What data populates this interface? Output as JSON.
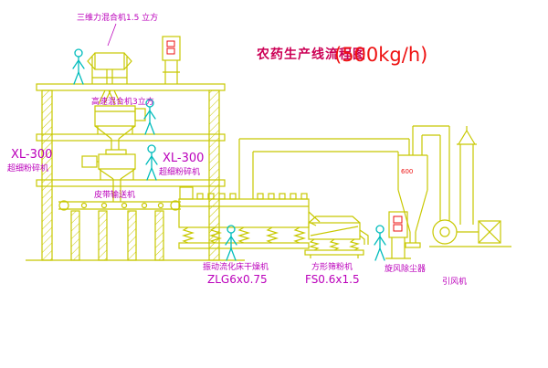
{
  "diagram": {
    "title": "农药生产线流程图",
    "capacity": "(500kg/h)"
  },
  "labels": {
    "mixer3d": "三维力混合机1.5 立方",
    "high_speed_mixer": "高速混合机3立方",
    "xl300_left_model": "XL-300",
    "xl300_left_name": "超细粉碎机",
    "xl300_mid_model": "XL-300",
    "xl300_mid_name": "超细粉碎机",
    "belt_conveyor": "皮带输送机",
    "dryer_name": "振动流化床干燥机",
    "dryer_model": "ZLG6x0.75",
    "sifter_name": "方形筛粉机",
    "sifter_model": "FS0.6x1.5",
    "cyclone_name": "旋风除尘器",
    "fan_name": "引风机",
    "cyclone_dim": "600"
  },
  "colors": {
    "equipment_line": "#c8c800",
    "figure_line": "#00bcbc",
    "label_text": "#bb00bb",
    "title_text": "#cc0055",
    "accent_red": "#ee1111",
    "background": "#ffffff"
  }
}
